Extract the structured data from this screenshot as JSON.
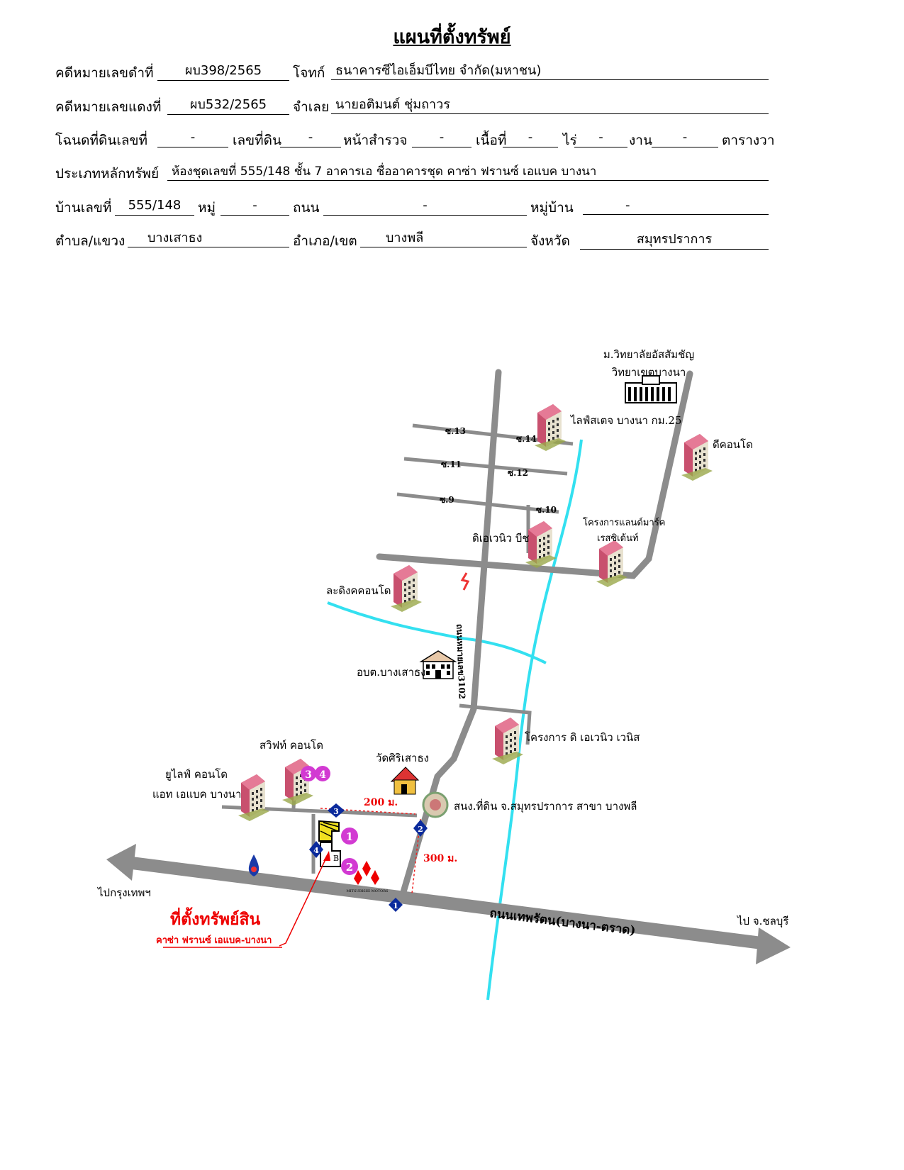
{
  "title": "แผนที่ตั้งทรัพย์",
  "form": {
    "black_case_label": "คดีหมายเลขดำที่",
    "black_case_no": "ผบ398/2565",
    "plaintiff_label": "โจทก์",
    "plaintiff": "ธนาคารซีไอเอ็มบีไทย จำกัด(มหาชน)",
    "red_case_label": "คดีหมายเลขแดงที่",
    "red_case_no": "ผบ532/2565",
    "defendant_label": "จำเลย",
    "defendant": "นายอติมนต์ ชุ่มถาวร",
    "deed_label": "โฉนดที่ดินเลขที่",
    "deed_no": "-",
    "land_no_label": "เลขที่ดิน",
    "land_no": "-",
    "survey_label": "หน้าสำรวจ",
    "survey": "-",
    "area_label": "เนื้อที่",
    "area": "-",
    "rai_label": "ไร่",
    "rai": "-",
    "ngan_label": "งาน",
    "ngan": "-",
    "sqwa_label": "ตารางวา",
    "asset_type_label": "ประเภทหลักทรัพย์",
    "asset_type": "ห้องชุดเลขที่ 555/148 ชั้น 7 อาคารเอ ชื่ออาคารชุด คาซ่า ฟรานซ์ เอแบค บางนา",
    "house_no_label": "บ้านเลขที่",
    "house_no": "555/148",
    "moo_label": "หมู่",
    "moo": "-",
    "road_label": "ถนน",
    "road": "-",
    "village_label": "หมู่บ้าน",
    "village": "-",
    "subdistrict_label": "ตำบล/แขวง",
    "subdistrict": "บางเสาธง",
    "district_label": "อำเภอ/เขต",
    "district": "บางพลี",
    "province_label": "จังหวัด",
    "province": "สมุทรปราการ"
  },
  "map": {
    "labels": {
      "university_1": "ม.วิทยาลัยอัสสัมชัญ",
      "university_2": "วิทยาเขตบางนา",
      "lifestage": "ไลฟ์สเตจ บางนา กม.25",
      "d_condo": "ดีคอนโด",
      "soi13": "ซ.13",
      "soi14": "ซ.14",
      "soi11": "ซ.11",
      "soi12": "ซ.12",
      "soi9": "ซ.9",
      "soi10": "ซ.10",
      "landmark_1": "โครงการแลนด์มาร์ค",
      "landmark_2": "เรสซิเด้นท์",
      "avenue_beach": "ดิเอเวนิว บีช",
      "lading": "ละดิงคคอนโด",
      "road_3102": "ถนนหมายเลข3102",
      "obt": "อบต.บางเสาธง",
      "avenue_venice": "โครงการ ดิ เอเวนิว เวนิส",
      "swift": "สวิฟท์ คอนโด",
      "wat": "วัดศิริเสาธง",
      "ulife_1": "ยูไลฟ์ คอนโด",
      "ulife_2": "แอท เอแบค บางนา",
      "dist_200": "200 ม.",
      "dist_300": "300 ม.",
      "land_office": "สนง.ที่ดิน จ.สมุทรปราการ สาขา บางพลี",
      "to_bangkok": "ไปกรุงเทพฯ",
      "to_chonburi": "ไป จ.ชลบุรี",
      "main_road": "ถนนเทพรัตน(บางนา-ตราด)",
      "asset_1": "ที่ตั้งทรัพย์สิน",
      "asset_2": "คาซ่า ฟรานซ์ เอแบค-บางนา",
      "bldg_b": "B",
      "mitsubishi": "MITSUBISHI MOTORS"
    },
    "markers": {
      "m1": "1",
      "m2": "2",
      "m3": "3",
      "m4": "4"
    },
    "bubbles": {
      "b1": "1",
      "b2": "2",
      "b3": "3",
      "b4": "4"
    },
    "colors": {
      "road": "#8c8c8c",
      "canal": "#33e0f0",
      "marker": "#0a2a9c",
      "bubble": "#d23ad2",
      "asset": "#e00000",
      "building": "#c8506e"
    }
  }
}
